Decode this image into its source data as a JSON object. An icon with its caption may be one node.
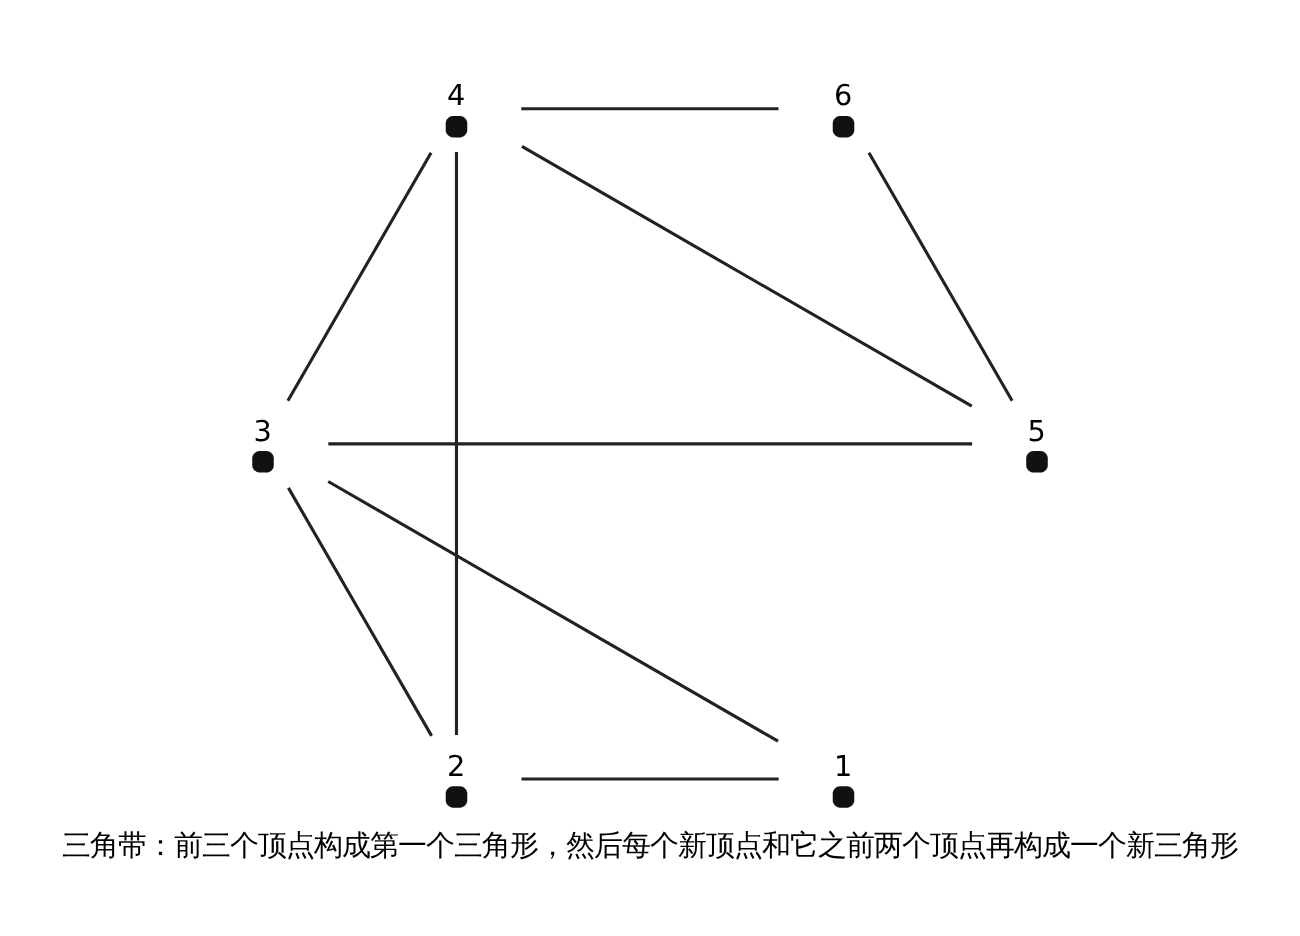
{
  "diagram": {
    "caption": "三角带：前三个顶点构成第一个三角形，然后每个新顶点和它之前两个顶点再构成一个新三角形",
    "nodes": [
      {
        "text": [],
        "shape": "circle",
        "beside": [
          "1"
        ]
      },
      {
        "text": [],
        "shape": "circle",
        "beside": [
          "2"
        ]
      },
      {
        "text": [],
        "shape": "circle",
        "beside": [
          "3"
        ]
      },
      {
        "text": [],
        "shape": "circle",
        "beside": [
          "4"
        ]
      },
      {
        "text": [],
        "shape": "circle",
        "beside": [
          "5"
        ]
      },
      {
        "text": [],
        "shape": "circle",
        "beside": [
          "6"
        ]
      }
    ],
    "edges": [
      {
        "from": 0,
        "to": 1,
        "arrow": "none"
      },
      {
        "from": 0,
        "to": 2,
        "arrow": "none"
      },
      {
        "from": 1,
        "to": 2,
        "arrow": "none"
      },
      {
        "from": 1,
        "to": 3,
        "arrow": "none"
      },
      {
        "from": 2,
        "to": 3,
        "arrow": "none"
      },
      {
        "from": 2,
        "to": 4,
        "arrow": "none"
      },
      {
        "from": 3,
        "to": 4,
        "arrow": "none"
      },
      {
        "from": 3,
        "to": 5,
        "arrow": "none"
      },
      {
        "from": 4,
        "to": 5,
        "arrow": "none"
      }
    ]
  }
}
